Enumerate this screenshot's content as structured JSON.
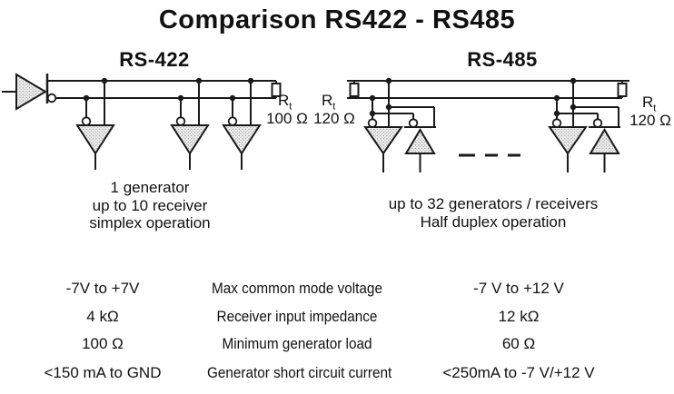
{
  "title": "Comparison RS422 - RS485",
  "rs422": {
    "heading": "RS-422",
    "rt": "R",
    "rt_sub": "t",
    "termination_value": "100 Ω",
    "caption": [
      "1 generator",
      "up to 10 receiver",
      "simplex operation"
    ]
  },
  "rs485": {
    "heading": "RS-485",
    "rt": "R",
    "rt_sub": "t",
    "left_termination_value": "120 Ω",
    "right_termination_value": "120 Ω",
    "caption": [
      "up to 32 generators / receivers",
      "Half duplex operation"
    ]
  },
  "table": {
    "rows": [
      {
        "rs422": "-7V to +7V",
        "parameter": "Max common mode voltage",
        "rs485": "-7 V to +12 V"
      },
      {
        "rs422": "4 kΩ",
        "parameter": "Receiver input impedance",
        "rs485": "12 kΩ"
      },
      {
        "rs422": "100 Ω",
        "parameter": "Minimum generator load",
        "rs485": "60 Ω"
      },
      {
        "rs422": "<150 mA to GND",
        "parameter": "Generator short circuit current",
        "rs485": "<250mA to -7 V/+12 V"
      }
    ]
  },
  "colors": {
    "line": "#1a1a1a",
    "background": "#ffffff",
    "stipple_fill": "#f3f3f3",
    "stipple_dot": "#9a9a9a"
  }
}
